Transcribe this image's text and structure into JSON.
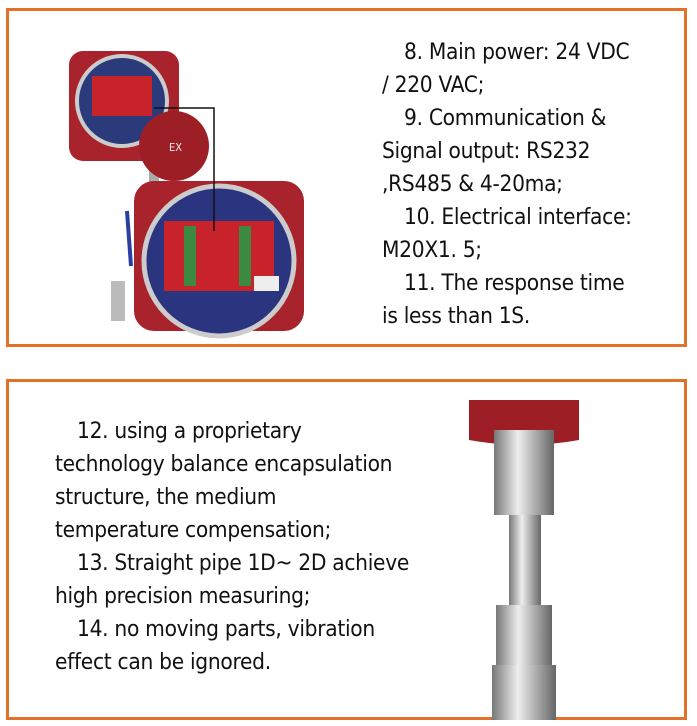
{
  "top_panel": {
    "lines": [
      "8. Main power:  24 VDC",
      "/ 220 VAC;",
      "9. Communication &",
      "Signal output: RS232",
      ",RS485 & 4-20ma;",
      "10. Electrical interface:",
      "M20X1. 5;",
      "11. The response time",
      "is less than 1S."
    ],
    "image_label": "EX"
  },
  "bottom_panel": {
    "lines": [
      "12. using a proprietary",
      "technology balance encapsulation",
      "structure, the medium",
      "temperature compensation;",
      "13. Straight pipe 1D~ 2D achieve",
      "high precision measuring;",
      "14. no moving parts, vibration",
      "effect can be ignored."
    ]
  },
  "colors": {
    "border": "#e3712a",
    "housing": "#a8232b"
  }
}
